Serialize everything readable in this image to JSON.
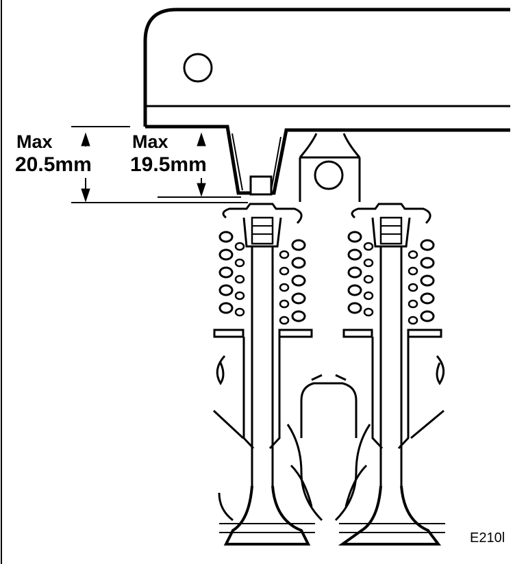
{
  "dimensions": {
    "outer": {
      "label": "Max",
      "value": "20.5mm"
    },
    "inner": {
      "label": "Max",
      "value": "19.5mm"
    }
  },
  "figure_code": "E210l",
  "colors": {
    "ink": "#000000",
    "paper": "#ffffff"
  }
}
